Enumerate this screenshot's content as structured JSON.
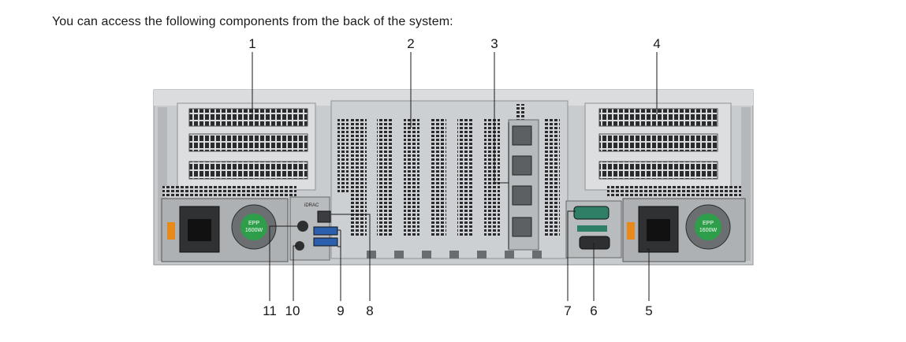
{
  "intro_text": "You can access the following components from the back of the system:",
  "callouts": {
    "c1": "1",
    "c2": "2",
    "c3": "3",
    "c4": "4",
    "c5": "5",
    "c6": "6",
    "c7": "7",
    "c8": "8",
    "c9": "9",
    "c10": "10",
    "c11": "11"
  },
  "labels": {
    "psu_left": "1600W",
    "psu_right": "1600W",
    "psu_badge": "EPP",
    "idrac": "iDRAC"
  },
  "colors": {
    "chassis": "#d4d6d8",
    "chassis_dark": "#3a3c3f",
    "panel": "#bfc2c5",
    "vent": "#2a2b2d",
    "fan_green": "#2e9e4a",
    "latch_orange": "#e88a1a",
    "serial_green": "#2f7f66"
  }
}
